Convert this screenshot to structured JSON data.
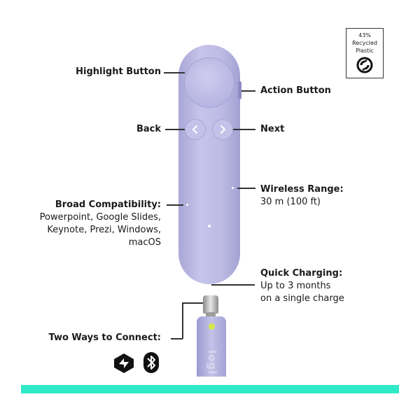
{
  "badge": {
    "percent": "43%",
    "line1": "Recycled",
    "line2": "Plastic",
    "icon": "recycle-icon"
  },
  "labels": {
    "highlight": "Highlight Button",
    "action": "Action Button",
    "back": "Back",
    "next": "Next",
    "wireless_title": "Wireless Range:",
    "wireless_value": "30 m (100 ft)",
    "compat_title": "Broad Compatibility:",
    "compat_line1": "Powerpoint, Google Slides,",
    "compat_line2": "Keynote, Prezi, Windows,",
    "compat_line3": "macOS",
    "charging_title": "Quick Charging:",
    "charging_line1": "Up to 3 months",
    "charging_line2": "on a single charge",
    "connect_title": "Two Ways to Connect:"
  },
  "receiver": {
    "brand_text": "logi"
  },
  "colors": {
    "device": "#b9b7e0",
    "device_dark": "#9e9cd0",
    "accent_bar": "#2ee8c8",
    "receiver_dot": "#d7e84a"
  },
  "icons": {
    "connect_primary": "logi-bolt-icon",
    "connect_secondary": "bluetooth-icon"
  }
}
